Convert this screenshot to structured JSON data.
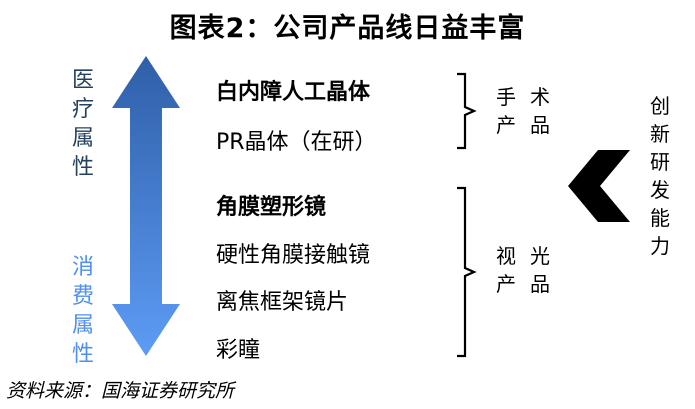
{
  "title": "图表2：公司产品线日益丰富",
  "axis": {
    "top_attribute": [
      "医",
      "疗",
      "属",
      "性"
    ],
    "bottom_attribute": [
      "消",
      "费",
      "属",
      "性"
    ]
  },
  "products": {
    "surgical": {
      "items": [
        {
          "label": "白内障人工晶体",
          "bold": true
        },
        {
          "label": "PR晶体（在研）",
          "bold": false
        }
      ],
      "group_label": [
        "手术",
        "产品"
      ]
    },
    "vision": {
      "items": [
        {
          "label": "角膜塑形镜",
          "bold": true
        },
        {
          "label": "硬性角膜接触镜",
          "bold": false
        },
        {
          "label": "离焦框架镜片",
          "bold": false
        },
        {
          "label": "彩瞳",
          "bold": false
        }
      ],
      "group_label": [
        "视光",
        "产品"
      ]
    }
  },
  "driver": [
    "创",
    "新",
    "研",
    "发",
    "能",
    "力"
  ],
  "source": "资料来源：国海证券研究所",
  "colors": {
    "arrow_top": "#2f5fa8",
    "arrow_bottom": "#5d9cf5",
    "medical_text": "#24425f",
    "consumer_text": "#4f8ff0",
    "chevron": "#000000"
  }
}
